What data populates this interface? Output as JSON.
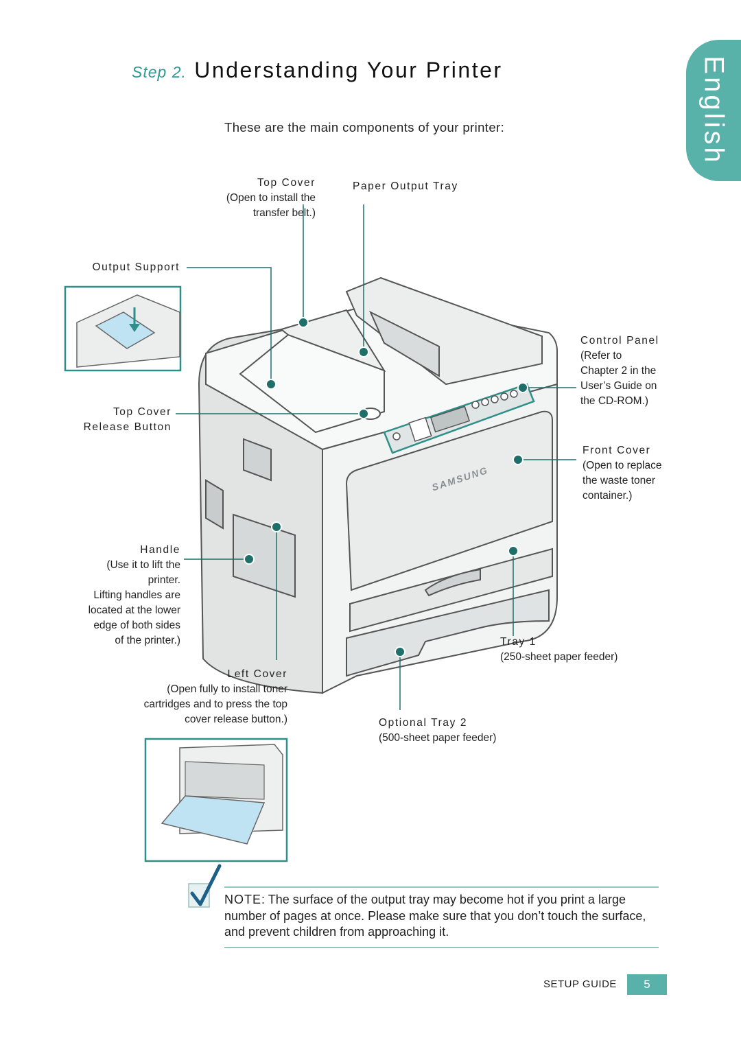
{
  "language_tab": "English",
  "heading": {
    "step": "Step 2.",
    "title": "Understanding Your Printer"
  },
  "subtitle": "These are the main components of your printer:",
  "callouts": {
    "top_cover": {
      "title": "Top Cover",
      "desc": [
        "(Open to install the",
        "transfer belt.)"
      ]
    },
    "paper_output_tray": {
      "title": "Paper Output Tray"
    },
    "output_support": {
      "title": "Output Support"
    },
    "top_cover_release": {
      "title": [
        "Top Cover",
        "Release Button"
      ]
    },
    "control_panel": {
      "title": "Control Panel",
      "desc": [
        "(Refer to",
        "Chapter 2 in the",
        "User’s Guide on",
        "the CD-ROM.)"
      ]
    },
    "front_cover": {
      "title": "Front Cover",
      "desc": [
        "(Open to replace",
        "the waste toner",
        "container.)"
      ]
    },
    "handle": {
      "title": "Handle",
      "desc": [
        "(Use it to lift the",
        "printer.",
        "Lifting handles are",
        "located at the lower",
        "edge of both sides",
        "of the printer.)"
      ]
    },
    "left_cover": {
      "title": "Left Cover",
      "desc": [
        "(Open fully to install toner",
        "cartridges and to press the top",
        "cover release button.)"
      ]
    },
    "tray1": {
      "title": "Tray 1",
      "desc": "(250-sheet paper feeder)"
    },
    "tray2": {
      "title": "Optional Tray 2",
      "desc": "(500-sheet paper feeder)"
    }
  },
  "brand_logo": "SAMSUNG",
  "note": {
    "label": "NOTE",
    "text": ": The surface of the output tray may become hot if you print a large number of pages at once. Please make sure that you don’t touch the surface, and prevent children from approaching it."
  },
  "footer": {
    "guide": "SETUP GUIDE",
    "page": "5"
  },
  "colors": {
    "accent": "#58b2aa",
    "callout_line": "#1e6f6a",
    "frame": "#2f8f88"
  },
  "icons": [
    "checkmark-icon",
    "printer-illustration",
    "output-support-inset",
    "left-cover-inset"
  ]
}
